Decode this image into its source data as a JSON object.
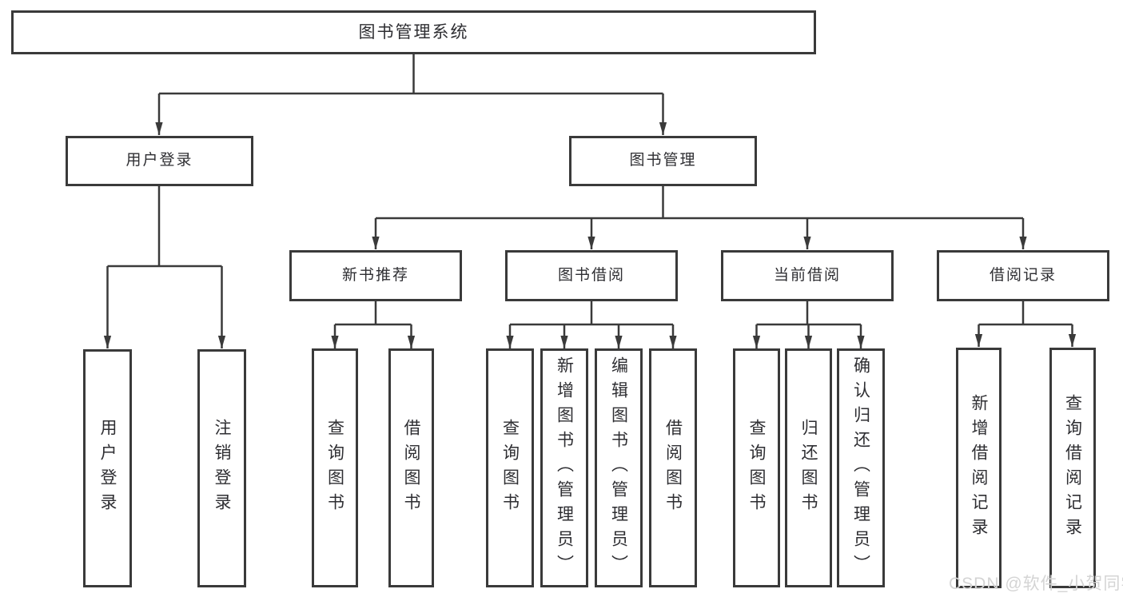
{
  "tree": {
    "root": {
      "label": "图书管理系统"
    },
    "branches": [
      {
        "label": "用户登录",
        "children": [
          {
            "label": "用户登录"
          },
          {
            "label": "注销登录"
          }
        ]
      },
      {
        "label": "图书管理",
        "children": [
          {
            "label": "新书推荐",
            "children": [
              {
                "label": "查询图书"
              },
              {
                "label": "借阅图书"
              }
            ]
          },
          {
            "label": "图书借阅",
            "children": [
              {
                "label": "查询图书"
              },
              {
                "label": "新增图书（管理员）"
              },
              {
                "label": "编辑图书（管理员）"
              },
              {
                "label": "借阅图书"
              }
            ]
          },
          {
            "label": "当前借阅",
            "children": [
              {
                "label": "查询图书"
              },
              {
                "label": "归还图书"
              },
              {
                "label": "确认归还（管理员）"
              }
            ]
          },
          {
            "label": "借阅记录",
            "children": [
              {
                "label": "新增借阅记录"
              },
              {
                "label": "查询借阅记录"
              }
            ]
          }
        ]
      }
    ]
  },
  "watermark": {
    "text": "CSDN @软件_小贺同学"
  },
  "colors": {
    "line": "#3a3a3a",
    "text": "#2e2e32",
    "background": "#ffffff",
    "watermark": "#d4d4d4"
  }
}
